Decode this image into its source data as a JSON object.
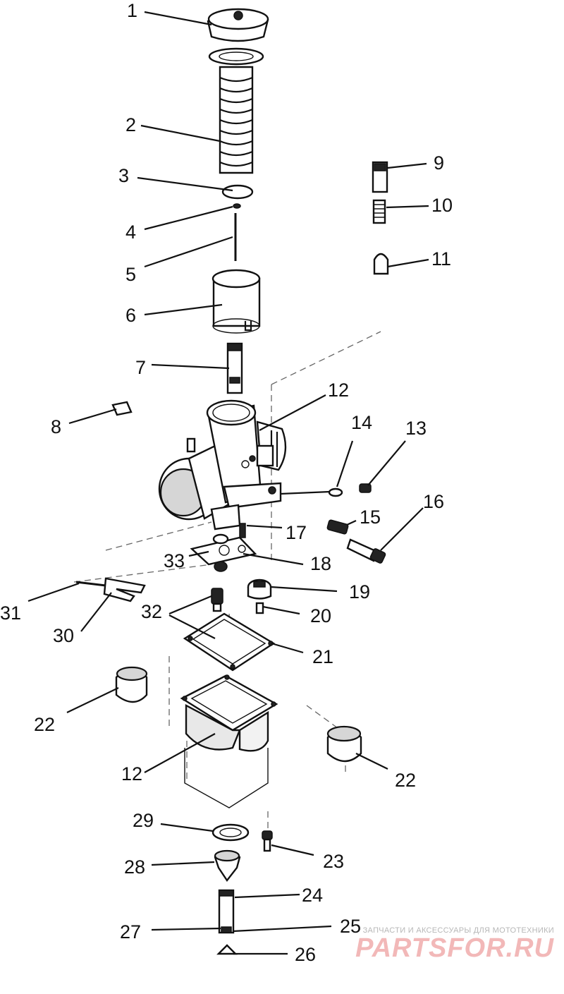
{
  "labels": [
    "1",
    "2",
    "3",
    "4",
    "5",
    "6",
    "7",
    "8",
    "9",
    "10",
    "11",
    "12",
    "12",
    "13",
    "14",
    "15",
    "16",
    "17",
    "18",
    "19",
    "20",
    "21",
    "22",
    "22",
    "23",
    "24",
    "25",
    "26",
    "27",
    "28",
    "29",
    "30",
    "31",
    "32",
    "33"
  ],
  "watermark": {
    "small": "ЗАПЧАСТИ И АКСЕССУАРЫ ДЛЯ МОТОТЕХНИКИ",
    "big": "PARTSFOR.RU"
  }
}
